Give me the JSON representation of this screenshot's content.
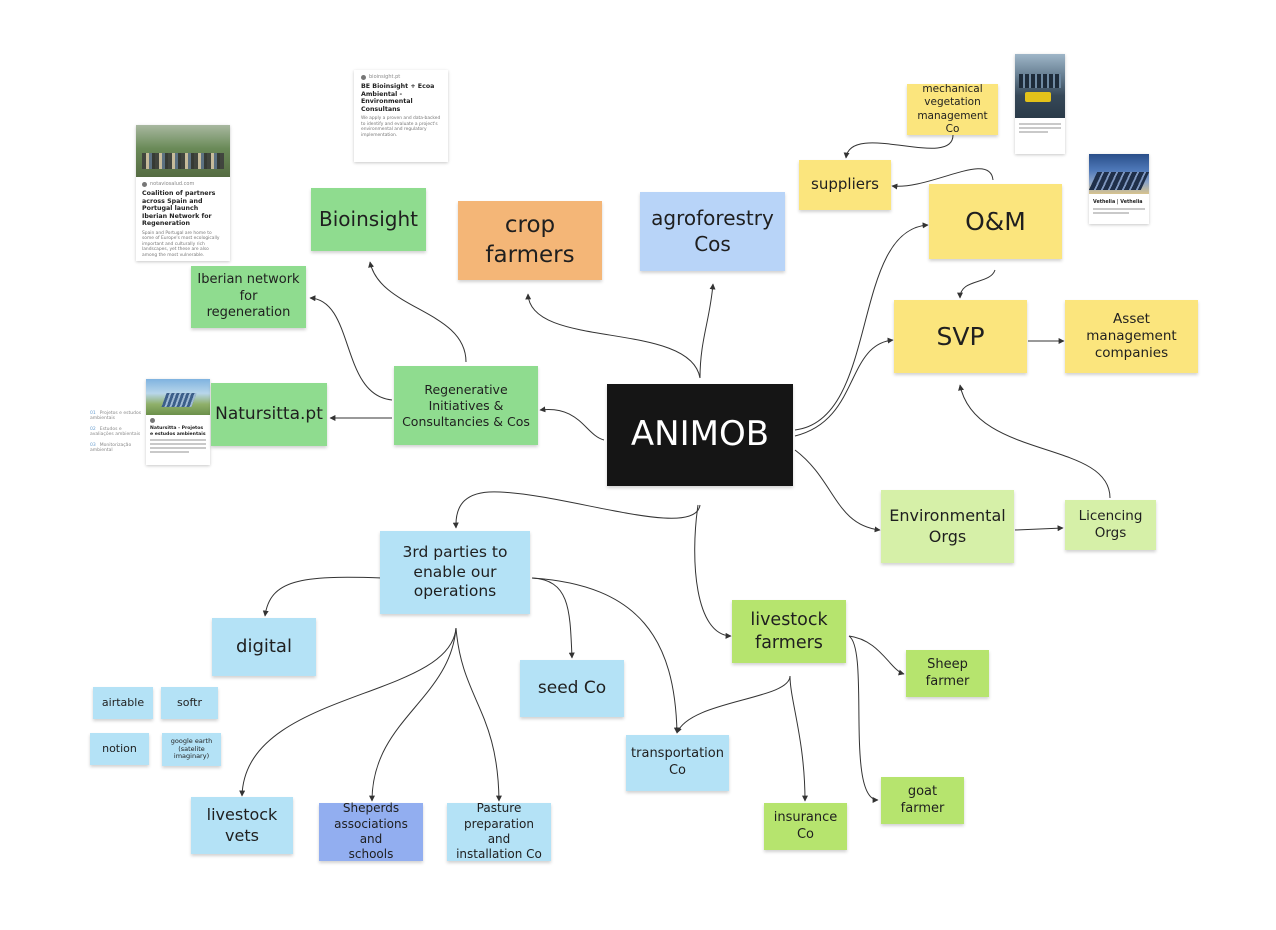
{
  "center": "ANIMOB",
  "nodes": {
    "bioinsight": "Bioinsight",
    "crop_farmers": "crop\nfarmers",
    "agroforestry": "agroforestry\nCos",
    "suppliers": "suppliers",
    "mechanical": "mechanical\nvegetation\nmanagement Co",
    "om": "O&M",
    "svp": "SVP",
    "asset_mgmt": "Asset\nmanagement\ncompanies",
    "iberian": "Iberian network\nfor regeneration",
    "regenerative": "Regenerative\nInitiatives &\nConsultancies & Cos",
    "natursitta": "Natursitta.pt",
    "environmental": "Environmental\nOrgs",
    "licencing": "Licencing\nOrgs",
    "third_parties": "3rd parties to\nenable our\noperations",
    "digital": "digital",
    "airtable": "airtable",
    "softr": "softr",
    "notion": "notion",
    "google_earth": "google earth\n(satelite\nimaginary)",
    "seed_co": "seed Co",
    "livestock_farmers": "livestock\nfarmers",
    "sheep_farmer": "Sheep\nfarmer",
    "goat_farmer": "goat\nfarmer",
    "transportation": "transportation\nCo",
    "insurance": "insurance\nCo",
    "livestock_vets": "livestock\nvets",
    "sheperds": "Sheperds\nassociations and\nschools",
    "pasture": "Pasture\npreparation and\ninstallation Co"
  },
  "cards": {
    "coalition": {
      "source": "notaviosalud.com",
      "title": "Coalition of partners across Spain and Portugal launch Iberian Network for Regeneration",
      "desc": "Spain and Portugal are home to some of Europe's most ecologically important and culturally rich landscapes, yet these are also among the most vulnerable."
    },
    "bioinsight": {
      "source": "bioinsight.pt",
      "title": "BE Bioinsight + Ecoa Ambiental - Environmental Consultans",
      "desc": "We apply a proven and data-backed to identify and evaluate a project's environmental and regulatory implementation."
    },
    "natursitta": {
      "title": "Natursitta - Projetos e estudos ambientais"
    },
    "vethelia": {
      "title": "Vethelia | Vethelia"
    }
  },
  "toc_items": [
    "Projetos e estudos ambientais",
    "Estudos e avaliações ambientais",
    "Monitorização ambiental"
  ],
  "colors": {
    "yellow": "#fbe57d",
    "green": "#8fdc8f",
    "light_green": "#d6f0a8",
    "lime": "#b6e46e",
    "orange": "#f4b677",
    "light_blue": "#b8d4f8",
    "cyan": "#b4e2f6",
    "medium_blue": "#92aef0",
    "center": "#151515",
    "connector": "#333333"
  }
}
